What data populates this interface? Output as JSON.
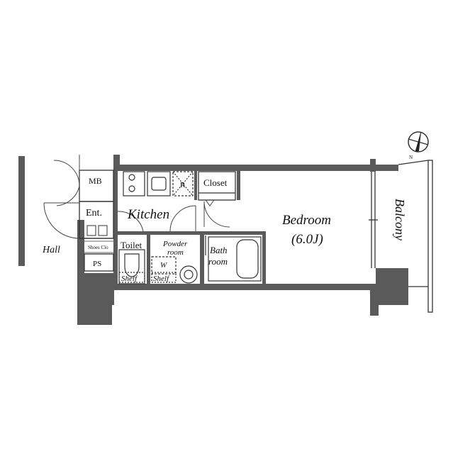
{
  "rooms": {
    "mb": "MB",
    "ent": "Ent.",
    "shoes": "Shoes Clo",
    "ps": "PS",
    "hall": "Hall",
    "kitchen": "Kitchen",
    "fridge": "R",
    "closet": "Closet",
    "toilet": "Toilet",
    "shelf_toilet": "Shelf",
    "powder_line1": "Powder",
    "powder_line2": "room",
    "washer": "W",
    "shelf_powder": "Shelf",
    "bath_line1": "Bath",
    "bath_line2": "room",
    "bedroom": "Bedroom",
    "bedroom_size": "(6.0J)",
    "balcony": "Balcony"
  },
  "compass": {
    "north": "N"
  },
  "colors": {
    "wall": "#5a5a5a",
    "line": "#333333"
  }
}
